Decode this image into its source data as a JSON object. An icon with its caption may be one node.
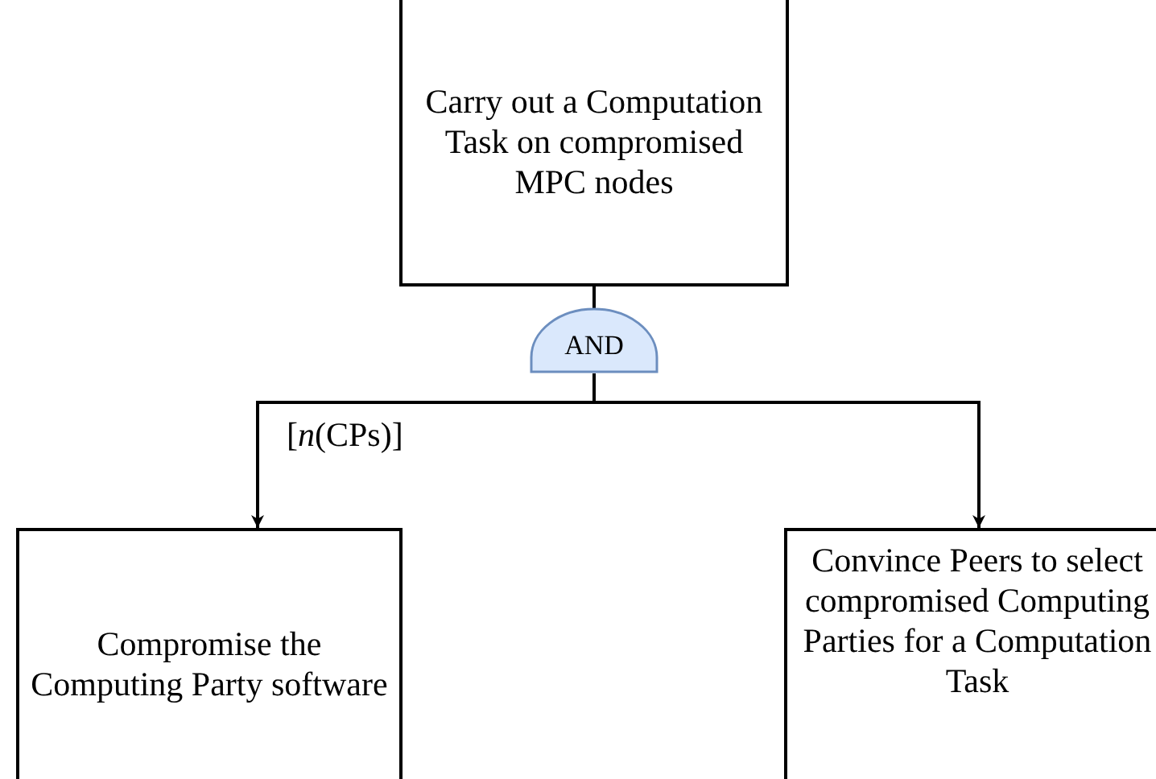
{
  "diagram": {
    "nodes": [
      {
        "text": [
          "Carry out a Computation Task on compromised MPC nodes"
        ]
      },
      {
        "text": [
          "AND"
        ]
      },
      {
        "text": [
          "Compromise the Computing Party software"
        ]
      },
      {
        "text": [
          "Convince Peers to select compromised Computing Parties for a Computation Task"
        ]
      }
    ],
    "edges": [
      {
        "from": 0,
        "to": 1,
        "arrow": "none"
      },
      {
        "from": 1,
        "to": 2,
        "arrow": "to",
        "label": "[*n*(CPs)]"
      },
      {
        "from": 1,
        "to": 3,
        "arrow": "to"
      }
    ]
  }
}
